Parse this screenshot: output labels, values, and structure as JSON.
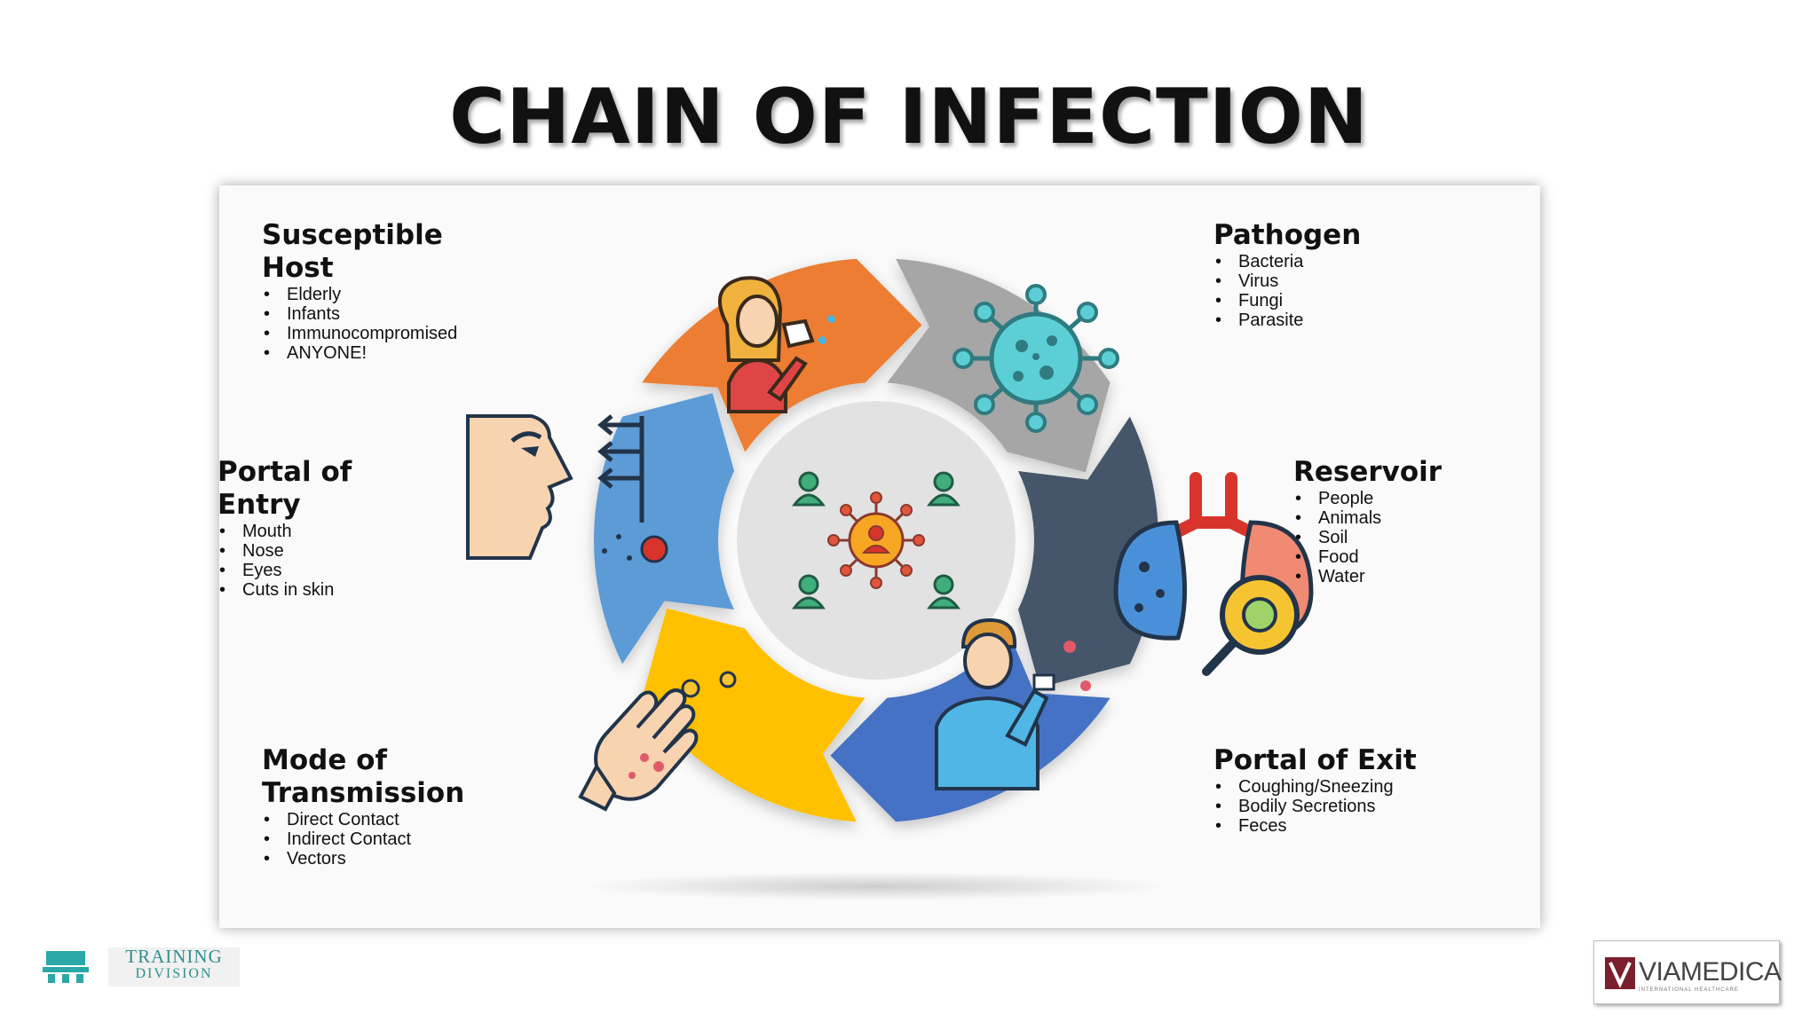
{
  "title": "CHAIN OF INFECTION",
  "colors": {
    "susceptible_host": "#EC7D31",
    "pathogen": "#A6A6A6",
    "reservoir": "#44546A",
    "portal_of_exit": "#4472C4",
    "mode_of_transmission": "#FFC000",
    "portal_of_entry": "#5B9BD5",
    "hub": "#E2E2E2"
  },
  "stages": {
    "susceptible_host": {
      "title_line1": "Susceptible",
      "title_line2": "Host",
      "items": [
        "Elderly",
        "Infants",
        "Immunocompromised",
        "ANYONE!"
      ],
      "icon": "person-sneezing-icon"
    },
    "pathogen": {
      "title_line1": "Pathogen",
      "items": [
        "Bacteria",
        "Virus",
        "Fungi",
        "Parasite"
      ],
      "icon": "virus-icon"
    },
    "reservoir": {
      "title_line1": "Reservoir",
      "items": [
        "People",
        "Animals",
        "Soil",
        "Food",
        "Water"
      ],
      "icon": "lungs-magnifier-icon"
    },
    "portal_of_exit": {
      "title_line1": "Portal of Exit",
      "items": [
        "Coughing/Sneezing",
        "Bodily Secretions",
        "Feces"
      ],
      "icon": "person-coughing-icon"
    },
    "mode_of_transmission": {
      "title_line1": "Mode of",
      "title_line2": "Transmission",
      "items": [
        "Direct Contact",
        "Indirect Contact",
        "Vectors"
      ],
      "icon": "contaminated-hand-icon"
    },
    "portal_of_entry": {
      "title_line1": "Portal of",
      "title_line2": "Entry",
      "items": [
        "Mouth",
        "Nose",
        "Eyes",
        "Cuts in skin"
      ],
      "icon": "face-profile-icon"
    }
  },
  "hub": {
    "icon": "people-network-icon"
  },
  "footer": {
    "left_logo_line1": "TRAINING",
    "left_logo_line2": "DIVISION",
    "right_logo_brand": "VIAMEDICA",
    "right_logo_sub": "INTERNATIONAL HEALTHCARE"
  }
}
